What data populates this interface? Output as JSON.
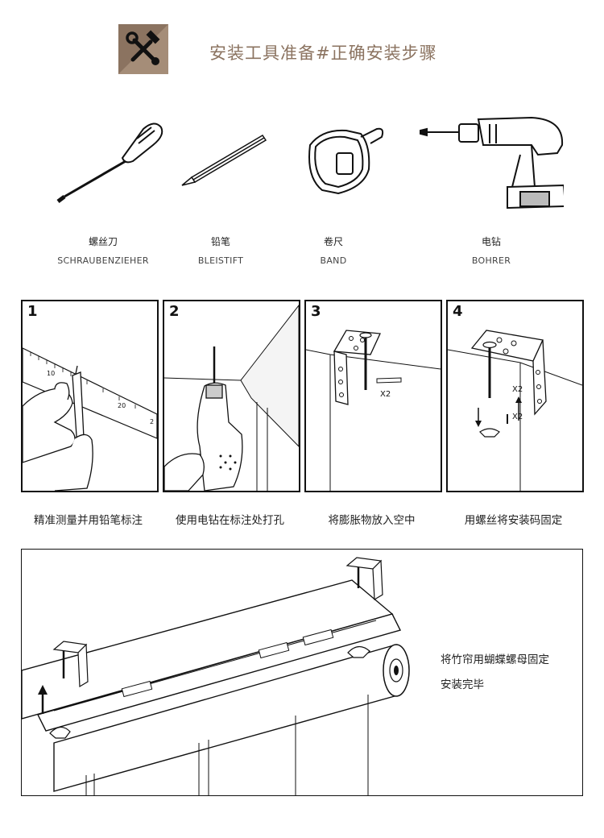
{
  "header": {
    "title": "安装工具准备#正确安装步骤",
    "accent_color": "#8b7360",
    "icon": "tools-icon"
  },
  "tools": [
    {
      "cn": "螺丝刀",
      "en": "SCHRAUBENZIEHER",
      "icon": "screwdriver-icon"
    },
    {
      "cn": "铅笔",
      "en": "BLEISTIFT",
      "icon": "pencil-icon"
    },
    {
      "cn": "卷尺",
      "en": "BAND",
      "icon": "tape-measure-icon"
    },
    {
      "cn": "电钻",
      "en": "BOHRER",
      "icon": "drill-icon"
    }
  ],
  "steps": [
    {
      "num": "1",
      "caption": "精准测量并用铅笔标注",
      "ruler_marks": [
        "10",
        "20",
        "2"
      ]
    },
    {
      "num": "2",
      "caption": "使用电钻在标注处打孔"
    },
    {
      "num": "3",
      "caption": "将膨胀物放入空中",
      "qty": "X2"
    },
    {
      "num": "4",
      "caption": "用螺丝将安装码固定",
      "qty_top": "X2",
      "qty_bottom": "X2"
    }
  ],
  "final": {
    "line1": "将竹帘用蝴蝶螺母固定",
    "line2": "安装完毕"
  }
}
